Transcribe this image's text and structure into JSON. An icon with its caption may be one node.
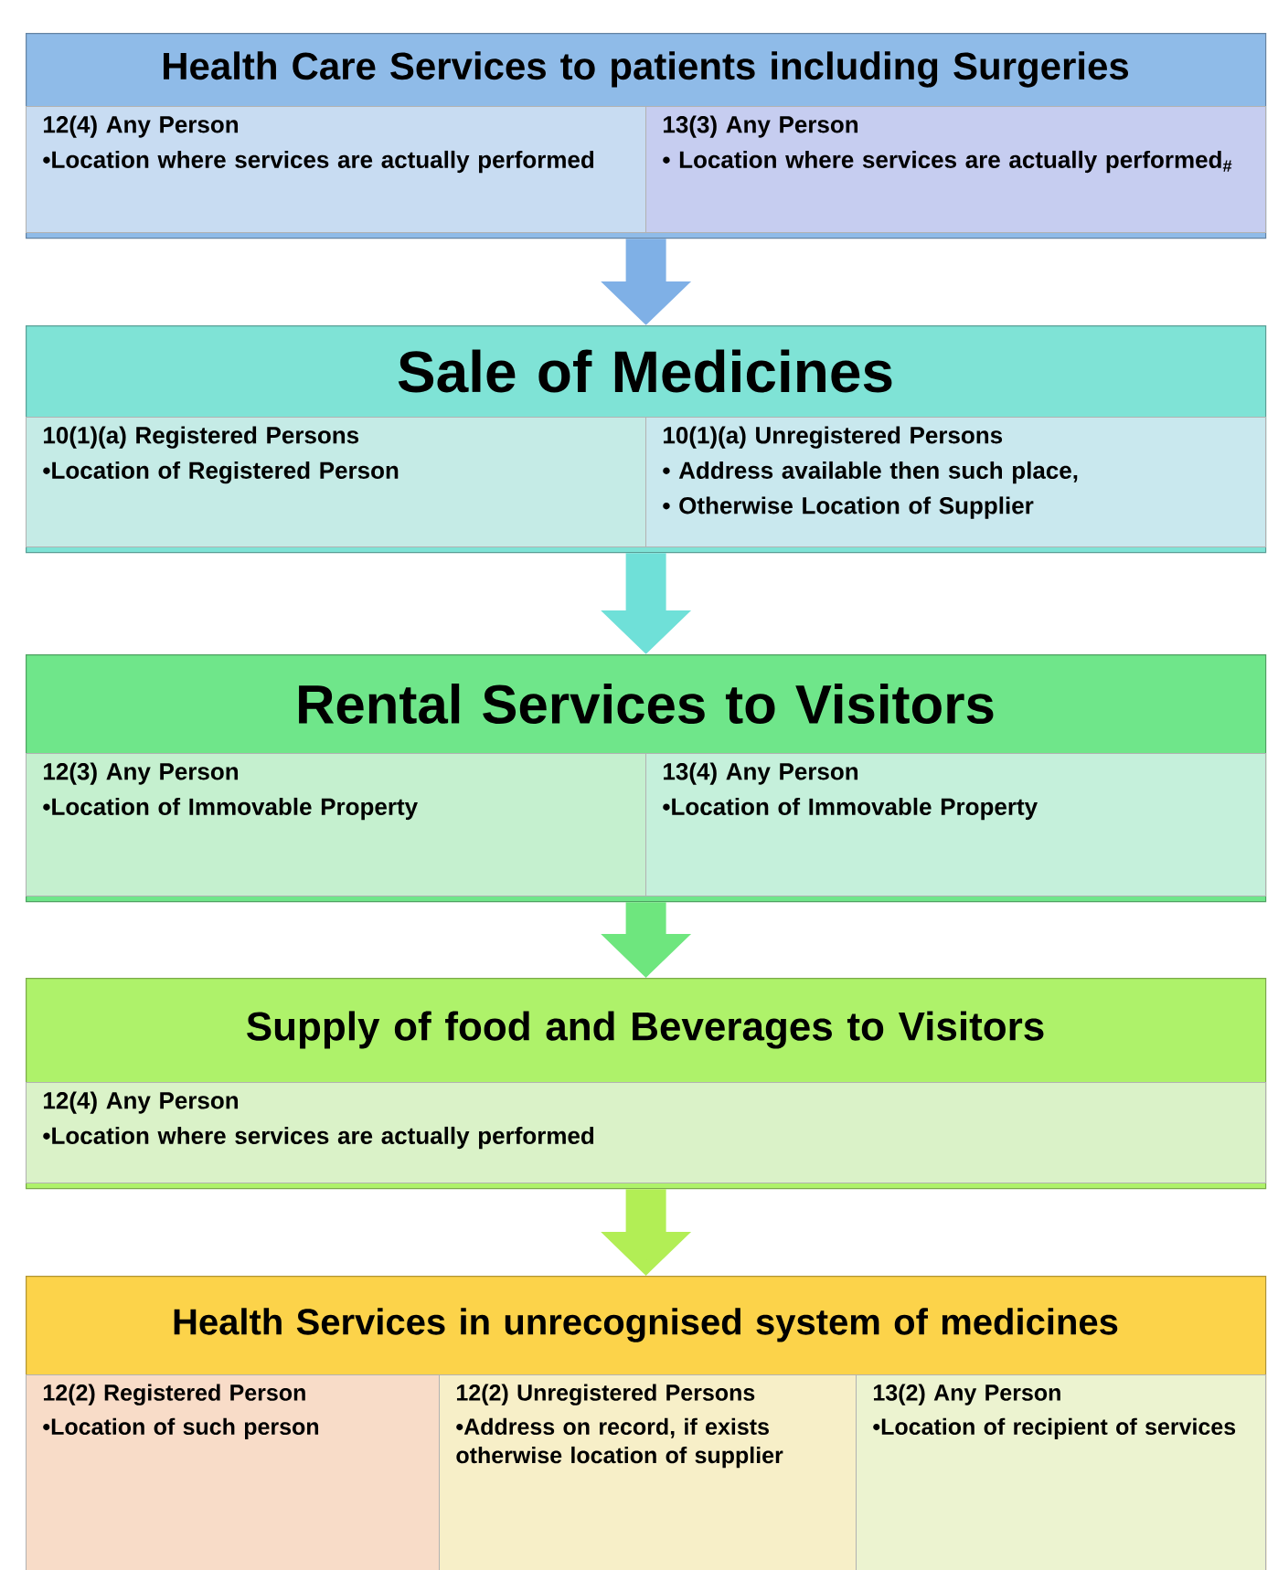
{
  "diagram": {
    "nodes": [
      {
        "text": [
          "Health Care Services to patients including Surgeries"
        ]
      },
      {
        "text": [
          "12(4) Any Person",
          "•Location where services are actually performed"
        ],
        "in": 0
      },
      {
        "text": [
          "13(3) Any Person",
          "• Location where services are actually performed$_{#}$"
        ],
        "in": 0
      },
      {
        "text": [
          "Sale of Medicines"
        ]
      },
      {
        "text": [
          "10(1)(a) Registered Persons",
          "•Location of Registered Person"
        ],
        "in": 3
      },
      {
        "text": [
          "10(1)(a) Unregistered Persons",
          "• Address available then such place,",
          "• Otherwise Location of Supplier"
        ],
        "in": 3
      },
      {
        "text": [
          "Rental Services to Visitors"
        ]
      },
      {
        "text": [
          "12(3) Any Person",
          "•Location of Immovable Property"
        ],
        "in": 6
      },
      {
        "text": [
          "13(4) Any Person",
          "•Location of Immovable Property"
        ],
        "in": 6
      },
      {
        "text": [
          "Supply of food and Beverages to Visitors"
        ]
      },
      {
        "text": [
          "12(4) Any Person",
          "•Location where services are actually performed"
        ],
        "in": 9
      },
      {
        "text": [
          "Health Services in unrecognised system of medicines"
        ]
      },
      {
        "text": [
          "12(2) Registered Person",
          "•Location of such person"
        ],
        "in": 11
      },
      {
        "text": [
          "12(2) Unregistered Persons",
          "•Address on record, if exists otherwise location of supplier"
        ],
        "in": 11
      },
      {
        "text": [
          "13(2) Any Person",
          "•Location of recipient of services"
        ],
        "in": 11
      }
    ],
    "edges": [
      {
        "from": 0,
        "to": 3,
        "arrow": "to",
        "color": "#7fb0e6"
      },
      {
        "from": 3,
        "to": 6,
        "arrow": "to",
        "color": "#6fe0d8"
      },
      {
        "from": 6,
        "to": 9,
        "arrow": "to",
        "color": "#6ee67e"
      },
      {
        "from": 9,
        "to": 11,
        "arrow": "to",
        "color": "#b2ee55"
      }
    ]
  }
}
